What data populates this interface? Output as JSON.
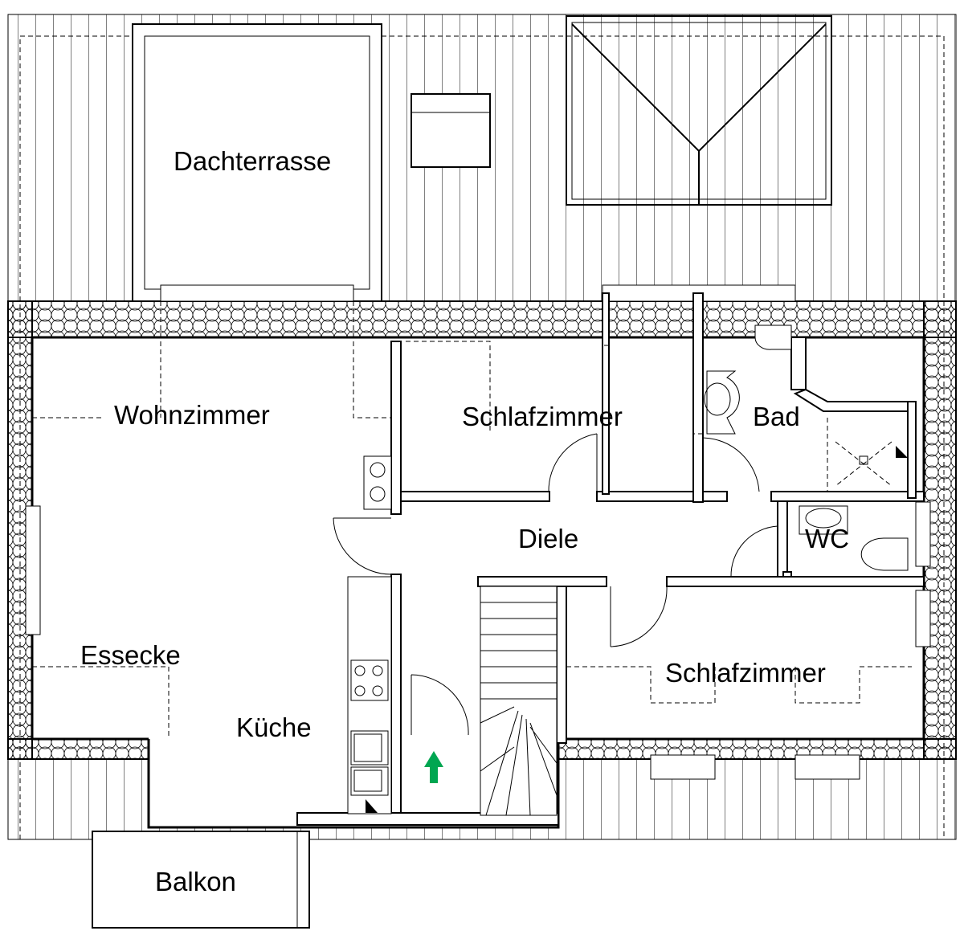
{
  "rooms": {
    "dachterrasse": "Dachterrasse",
    "wohnzimmer": "Wohnzimmer",
    "schlafzimmer_1": "Schlafzimmer",
    "bad": "Bad",
    "diele": "Diele",
    "wc": "WC",
    "essecke": "Essecke",
    "kueche": "Küche",
    "schlafzimmer_2": "Schlafzimmer",
    "balkon": "Balkon"
  },
  "colors": {
    "entrance_arrow": "#00a651",
    "line": "#000000"
  },
  "icons": [
    "entrance-arrow-icon",
    "stove-icon",
    "sink-icon",
    "toilet-icon",
    "washbasin-icon",
    "shower-icon"
  ]
}
